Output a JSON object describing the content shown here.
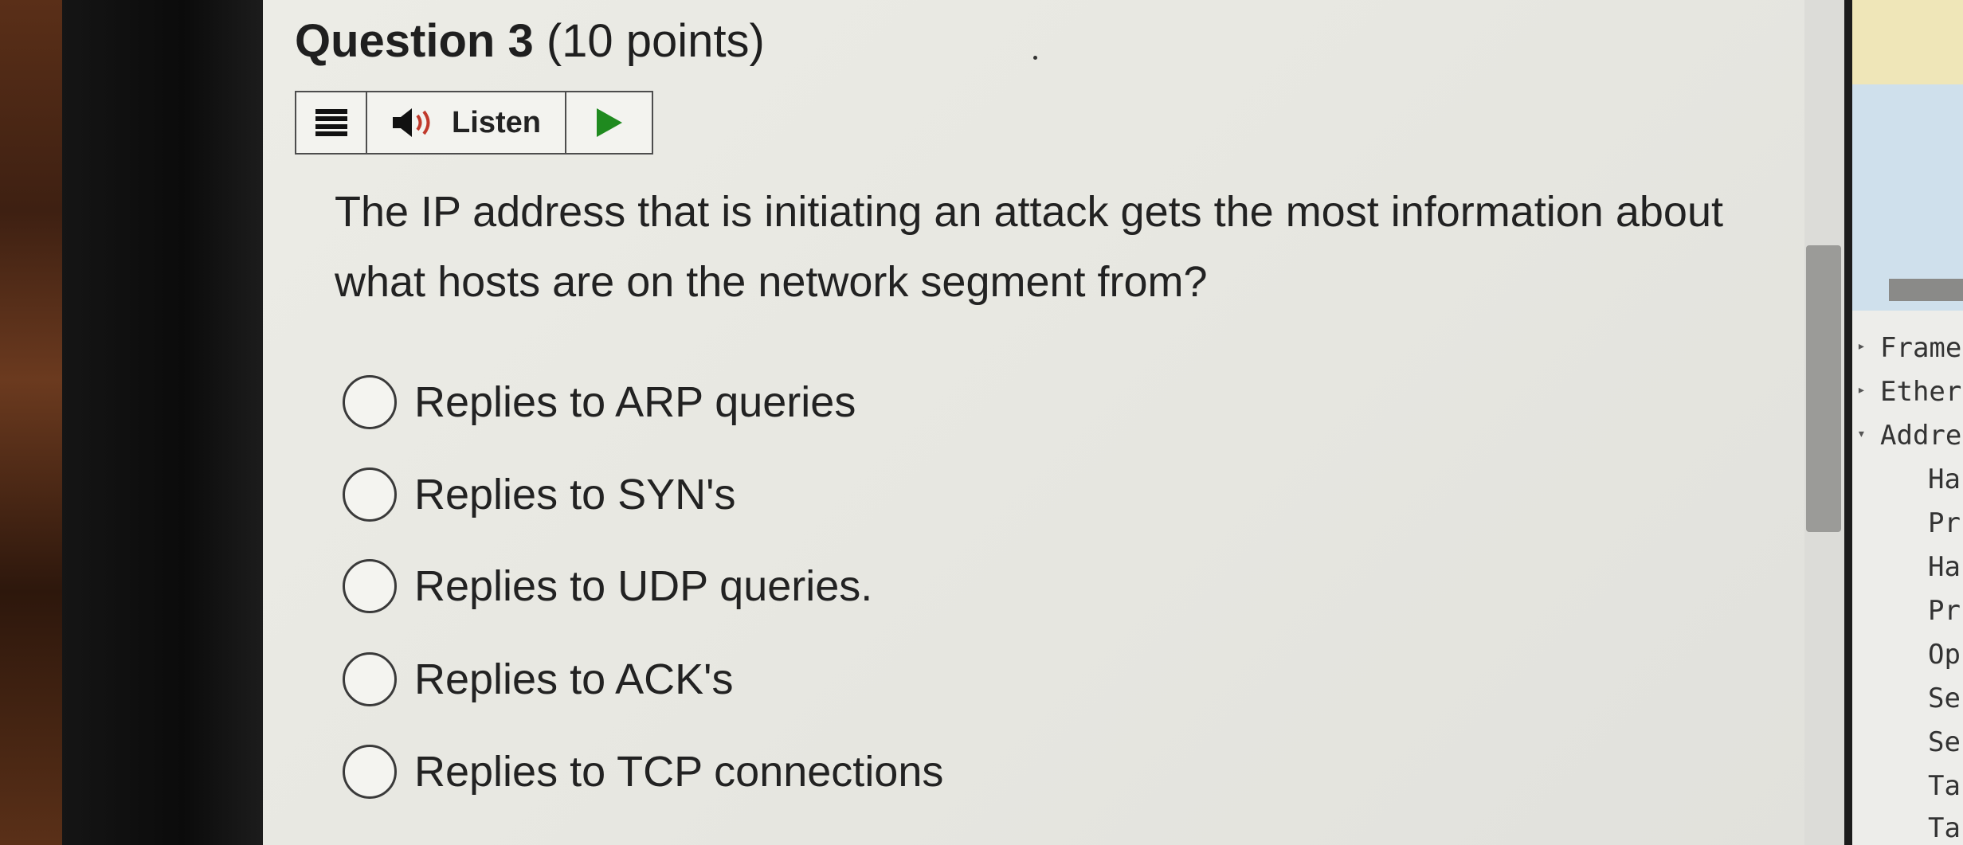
{
  "question": {
    "title_num": "Question 3",
    "title_points": "(10 points)",
    "text": "The IP address that is initiating an attack gets the most information about what hosts are on the network segment from?"
  },
  "toolbar": {
    "menu_icon": "hamburger-menu-icon",
    "speaker_icon": "speaker-icon",
    "listen_label": "Listen",
    "play_icon": "play-icon",
    "play_color": "#1f8a1f"
  },
  "options": [
    {
      "label": "Replies to ARP queries"
    },
    {
      "label": "Replies to SYN's"
    },
    {
      "label": "Replies to UDP queries."
    },
    {
      "label": "Replies to ACK's"
    },
    {
      "label": "Replies to TCP connections"
    }
  ],
  "side_panel": {
    "tree": [
      {
        "label": "Frame",
        "arrow": "▸"
      },
      {
        "label": "Ether",
        "arrow": "▸"
      },
      {
        "label": "Addre",
        "arrow": "▾"
      }
    ],
    "fields": [
      "Ha",
      "Pr",
      "Ha",
      "Pr",
      "Op",
      "Se",
      "Se",
      "Ta",
      "Ta"
    ]
  }
}
